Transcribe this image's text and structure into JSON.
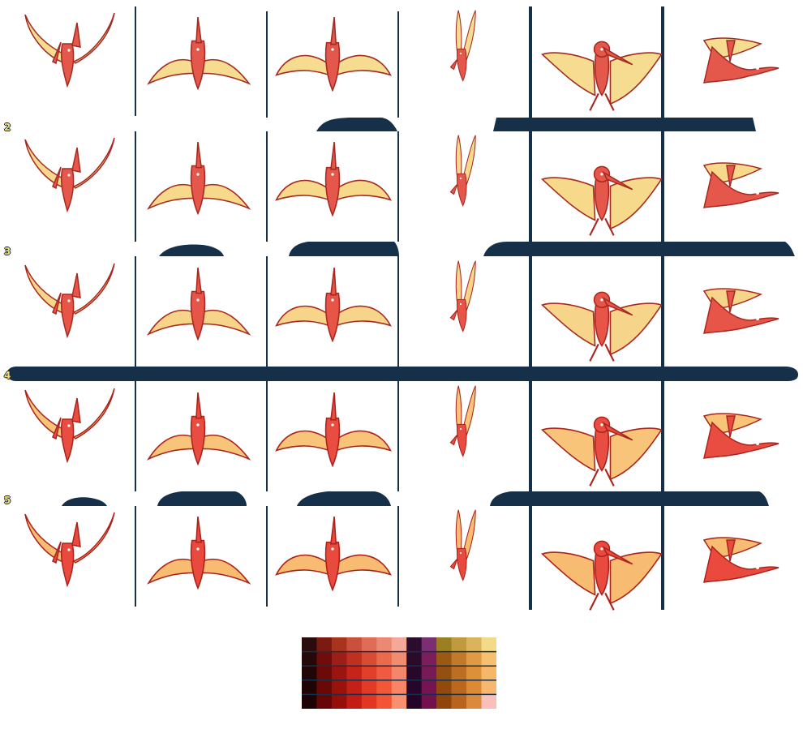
{
  "sprite_sheet": {
    "rows": [
      {
        "label": "",
        "frames": [
          "wings-up",
          "wings-spread",
          "wings-glide",
          "wings-folded-up",
          "front-facing",
          "side-flying"
        ]
      },
      {
        "label": "2",
        "frames": [
          "wings-up",
          "wings-spread",
          "wings-glide",
          "wings-folded-up",
          "front-facing",
          "side-flying"
        ]
      },
      {
        "label": "3",
        "frames": [
          "wings-up",
          "wings-spread",
          "wings-glide",
          "wings-folded-up",
          "front-facing",
          "side-flying"
        ]
      },
      {
        "label": "4",
        "frames": [
          "wings-up",
          "wings-spread",
          "wings-glide",
          "wings-folded-up",
          "front-facing",
          "side-flying"
        ]
      },
      {
        "label": "5",
        "frames": [
          "wings-up",
          "wings-spread",
          "wings-glide",
          "wings-folded-up",
          "front-facing",
          "side-flying"
        ]
      }
    ],
    "variants": [
      {
        "wing": "#f5dc90",
        "body": "#e3584a",
        "outline": "#a32a22"
      },
      {
        "wing": "#f6d98a",
        "body": "#e5574a",
        "outline": "#a62a22"
      },
      {
        "wing": "#f6d58a",
        "body": "#e75448",
        "outline": "#a82820"
      },
      {
        "wing": "#f7c47a",
        "body": "#e94c40",
        "outline": "#ab241c"
      },
      {
        "wing": "#f7bc72",
        "body": "#ea4a3e",
        "outline": "#ac221a"
      }
    ],
    "frame_color": "#16304a",
    "background": "#ffffff"
  },
  "palette": {
    "rows": [
      [
        "#2a0c0c",
        "#7a1a10",
        "#a8341e",
        "#c8503c",
        "#df6c56",
        "#ea8a74",
        "#f3a898",
        "#2c0c2c",
        "#7a3070",
        "#9a8020",
        "#bf9a40",
        "#dab45c",
        "#f2da88"
      ],
      [
        "#24080a",
        "#700c0c",
        "#9c1e16",
        "#c03020",
        "#d84c34",
        "#ea6a4c",
        "#f08c70",
        "#2a0c2a",
        "#7a1e5c",
        "#9a5a14",
        "#c07a2a",
        "#e09a44",
        "#f6c070"
      ],
      [
        "#200606",
        "#6c0a0a",
        "#9c140e",
        "#c4241a",
        "#e0402a",
        "#f05a40",
        "#f6866a",
        "#28082a",
        "#781a56",
        "#945010",
        "#bc6e22",
        "#dc9038",
        "#f6b868"
      ],
      [
        "#1e0404",
        "#6a0808",
        "#9a120c",
        "#c42018",
        "#e23a26",
        "#f25838",
        "#f88666",
        "#26062a",
        "#761452",
        "#924a0c",
        "#ba681e",
        "#dc8a34",
        "#f6b870"
      ],
      [
        "#1c0404",
        "#660606",
        "#960e08",
        "#c21c14",
        "#e23622",
        "#f25434",
        "#f89070",
        "#240428",
        "#74104e",
        "#90460a",
        "#b8641c",
        "#da8a3a",
        "#f8c0b8"
      ]
    ]
  }
}
